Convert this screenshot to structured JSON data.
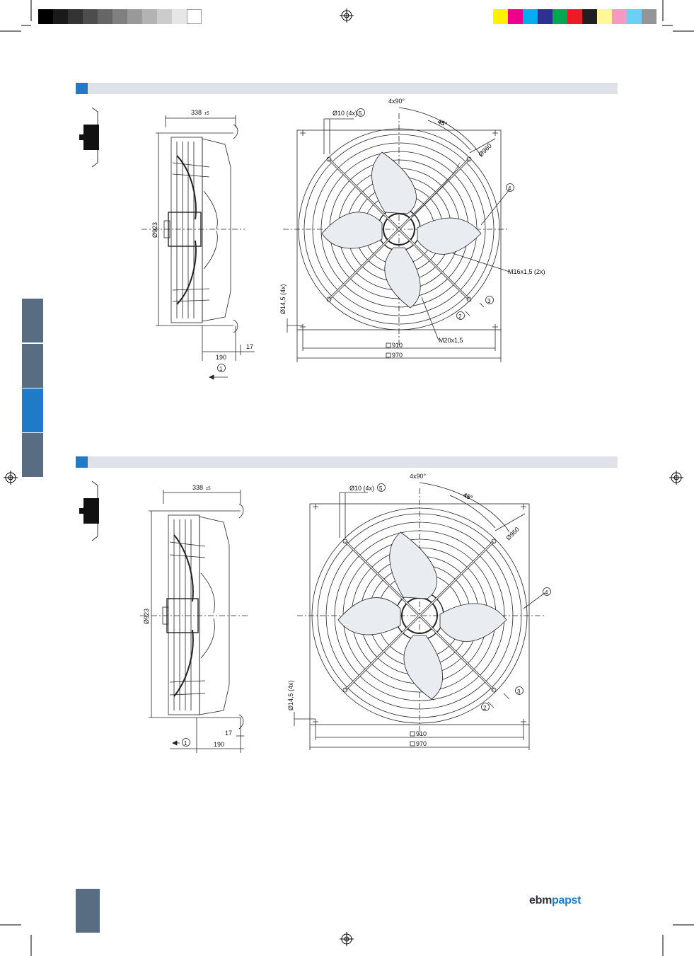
{
  "colors": {
    "accent": "#1f7ac8",
    "tab_gray": "#586c82",
    "bar_gray": "#dfe3e9",
    "gray_scale": [
      "#000000",
      "#1a1a1a",
      "#333333",
      "#4d4d4d",
      "#666666",
      "#808080",
      "#999999",
      "#b3b3b3",
      "#cccccc",
      "#e6e6e6",
      "#ffffff"
    ],
    "color_bar": [
      "#fff200",
      "#ec008c",
      "#00aeef",
      "#2e3192",
      "#00a651",
      "#ed1c24",
      "#231f20",
      "#fff799",
      "#f49ac1",
      "#6dcff6",
      "#939598"
    ]
  },
  "side_tabs": [
    {
      "state": "inactive"
    },
    {
      "state": "inactive"
    },
    {
      "state": "active"
    },
    {
      "state": "inactive"
    }
  ],
  "drawings": [
    {
      "id": "top",
      "side": {
        "d_338": "338",
        "tol": "±5",
        "d_923": "Ø923",
        "d_190": "190",
        "d_17": "17",
        "callout": "1"
      },
      "front": {
        "angle_4x90": "4x90°",
        "angle_45": "45°",
        "hole_10": "Ø10 (4x)",
        "callout_5": "5",
        "d_960": "Ø960",
        "callout_4": "4",
        "m16": "M16x1,5 (2x)",
        "hole_14": "Ø14,5 (4x)",
        "callout_3": "3",
        "callout_2": "2",
        "m20": "M20x1,5",
        "sq_910": "910",
        "sq_970": "970"
      }
    },
    {
      "id": "bottom",
      "side": {
        "d_338": "338",
        "tol": "±5",
        "d_923": "Ø923",
        "d_190": "190",
        "d_17": "17",
        "callout": "1"
      },
      "front": {
        "angle_4x90": "4x90°",
        "angle_45": "45°",
        "hole_10": "Ø10 (4x)",
        "callout_5": "5",
        "d_960": "Ø960",
        "callout_4": "4",
        "hole_14": "Ø14,5 (4x)",
        "callout_3": "3",
        "callout_2": "2",
        "sq_910": "910",
        "sq_970": "970"
      }
    }
  ],
  "logo": {
    "ebm": "ebm",
    "papst": "papst"
  }
}
